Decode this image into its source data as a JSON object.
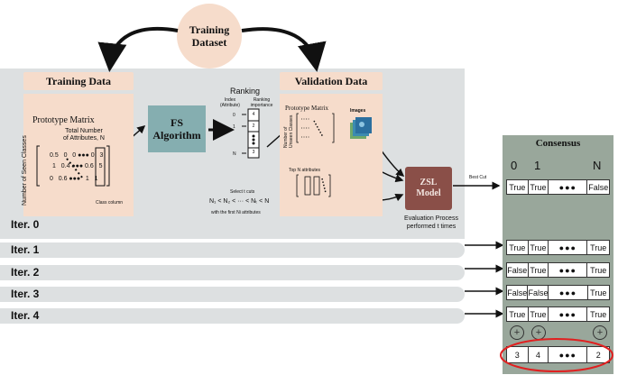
{
  "dataset": {
    "label": "Training\nDataset"
  },
  "training": {
    "tab": "Training Data",
    "matrix_title": "Prototype Matrix",
    "attr_label": "Total Number\nof Attributes, N",
    "classes_label": "Number of Seen Classes",
    "row1": "0.5   0   0 ●●● 0   3",
    "row2": "1   0.4 ●●● 0.6   5",
    "row3": "0   0.6 ●●●   1   1",
    "class_column": "Class column"
  },
  "fs": {
    "label": "FS\nAlgorithm"
  },
  "ranking": {
    "title": "Ranking",
    "index_head": "Index\n(Attribute)",
    "importance_head": "Ranking\nimportance",
    "idx0": "0",
    "idx1": "1",
    "idxN": "N",
    "rank0": "4",
    "rank1": "2",
    "rankN": "3",
    "select_text": "Select t cuts",
    "formula": "N₁ < N₂ < ··· < Nₜ < N",
    "first_text": "with the first Ni attributes"
  },
  "validation": {
    "tab": "Validation Data",
    "matrix_title": "Prototype Matrix",
    "images": "Images",
    "unseen_label": "Number of\nUnseen Classes",
    "topn": "Top N attributes"
  },
  "zsl": {
    "label": "ZSL\nModel"
  },
  "best_cut": "Best Cut",
  "evaluation": "Evaluation Process\nperformed t times",
  "iterations": [
    "Iter. 0",
    "Iter. 1",
    "Iter. 2",
    "Iter. 3",
    "Iter. 4"
  ],
  "consensus": {
    "title": "Consensus",
    "col0": "0",
    "col1": "1",
    "colN": "N",
    "rows": [
      [
        "True",
        "True",
        "●●●",
        "False"
      ],
      [
        "True",
        "True",
        "●●●",
        "True"
      ],
      [
        "False",
        "True",
        "●●●",
        "True"
      ],
      [
        "False",
        "False",
        "●●●",
        "True"
      ],
      [
        "True",
        "True",
        "●●●",
        "True"
      ]
    ],
    "totals": [
      "3",
      "4",
      "●●●",
      "2"
    ],
    "highlight_color": "#e02020"
  },
  "colors": {
    "panel": "#dde0e1",
    "pink": "#f6dccb",
    "fs": "#85aeb0",
    "zsl": "#8a4f48",
    "consensus": "#99a79b"
  }
}
